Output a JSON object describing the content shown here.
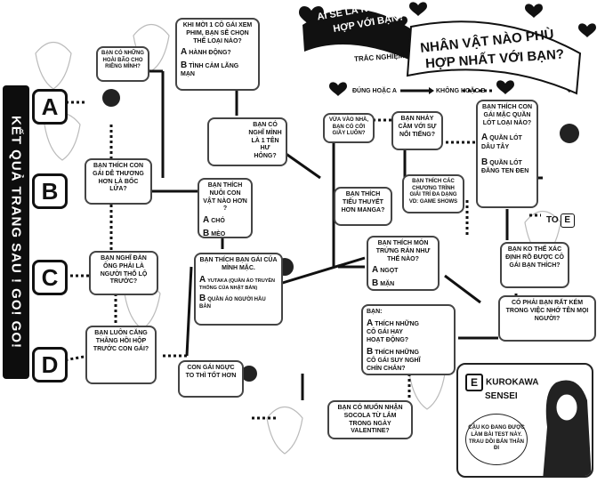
{
  "header": {
    "line1": "AI SẼ LÀ NGƯỜI",
    "line2": "HỢP VỚI BẠN?",
    "title1": "NHÂN VẬT NÀO PHÙ",
    "title2": "HỢP NHẤT VỚI BẠN?",
    "tag": "TRẮC NGHIỆM"
  },
  "legend": {
    "yes": "ĐÚNG HOẶC A",
    "no": "KHÔNG HOẶC B"
  },
  "side_title": "KẾT QUẢ TRANG SAU ! GO! GO!",
  "letters": [
    "A",
    "B",
    "C",
    "D"
  ],
  "to_e": "TO",
  "to_e_letter": "E",
  "boxes": {
    "movie_q": "KHI MỜI 1 CÔ GÁI XEM PHIM, BẠN SẼ CHỌN THỂ LOẠI NÀO?",
    "movie_a": "HÀNH ĐỘNG?",
    "movie_b": "TÌNH CẢM LÃNG MẠN",
    "care": "BẠN CÓ NHỮNG HOÀI BÃO CHO RIÊNG MÌNH?",
    "selfname": "BẠN CÓ NGHĨ MÌNH LÀ 1 TÊN HƯ HỎNG?",
    "cute": "BẠN THÍCH CON GÁI DỄ THƯƠNG HƠN LÀ BỐC LỬA?",
    "pet_q": "BẠN THÍCH NUÔI CON VẬT NÀO HƠN ?",
    "pet_a": "CHÓ",
    "pet_b": "MÈO",
    "man_q": "BẠN NGHĨ ĐÀN ÔNG PHẢI LÀ NGƯỜI THỔ LỘ TRƯỚC?",
    "dress_q": "BẠN THÍCH BẠN GÁI CỦA MÌNH MẶC.",
    "dress_a": "YUTAKA (QUẦN ÁO TRUYỀN THỐNG CỦA NHẬT BẢN)",
    "dress_b": "QUẦN ÁO NGƯỜI HẦU BÀN",
    "nervous": "BẠN LUÔN CĂNG THẲNG HỒI HỘP TRƯỚC CON GÁI?",
    "girl_ask": "CON GÁI NGỰC TO THÌ TỐT HƠN",
    "choco": "BẠN CÓ MUỐN NHẬN SOCOLA TỪ LẮM TRONG NGÀY VALENTINE?",
    "cook": "VỪA VÀO NHÀ, BẠN CÓ CỞI GIẦY LUÔN?",
    "dance": "BẠN NHẢY CẦM VỚI SỰ NỔI TIẾNG?",
    "novel": "BẠN THÍCH TIỂU THUYẾT HƠN MANGA?",
    "show": "BẠN THÍCH CÁC CHƯƠNG TRÌNH GIẢI TRÍ ĐA DẠNG VD: GAME SHOWS",
    "egg_q": "BẠN THÍCH MÓN TRỨNG RÁN NHƯ THẾ NÀO?",
    "egg_a": "NGỌT",
    "egg_b": "MẶN",
    "skirt_q": "BẠN THÍCH CON GÁI MẶC QUẦN LÓT LOẠI NÀO?",
    "skirt_a": "QUẦN LÓT DÂU TÂY",
    "skirt_b": "QUẦN LÓT ĐĂNG TEN ĐEN",
    "trust": "BẠN KO THỂ XÁC ĐỊNH RÕ ĐƯỢC CÔ GÁI BẠN THÍCH?",
    "you_q": "BẠN:",
    "you_a": "THÍCH NHỮNG CÔ GÁI HAY HOẠT ĐỘNG?",
    "you_b": "THÍCH NHỮNG CÔ GÁI SUY NGHĨ CHÍN CHẮN?",
    "forget": "CÓ PHẢI BẠN RẤT KÉM TRONG VIỆC NHỚ TÊN MỌI NGƯỜI?"
  },
  "kurokawa": {
    "name1": "KUROKAWA",
    "name2": "SENSEI",
    "letter": "E",
    "speech": "CẬU KO ĐANG ĐƯỢC LÀM BÀI TEST NÀY. TRAU DỒI BẢN THÂN ĐI"
  }
}
